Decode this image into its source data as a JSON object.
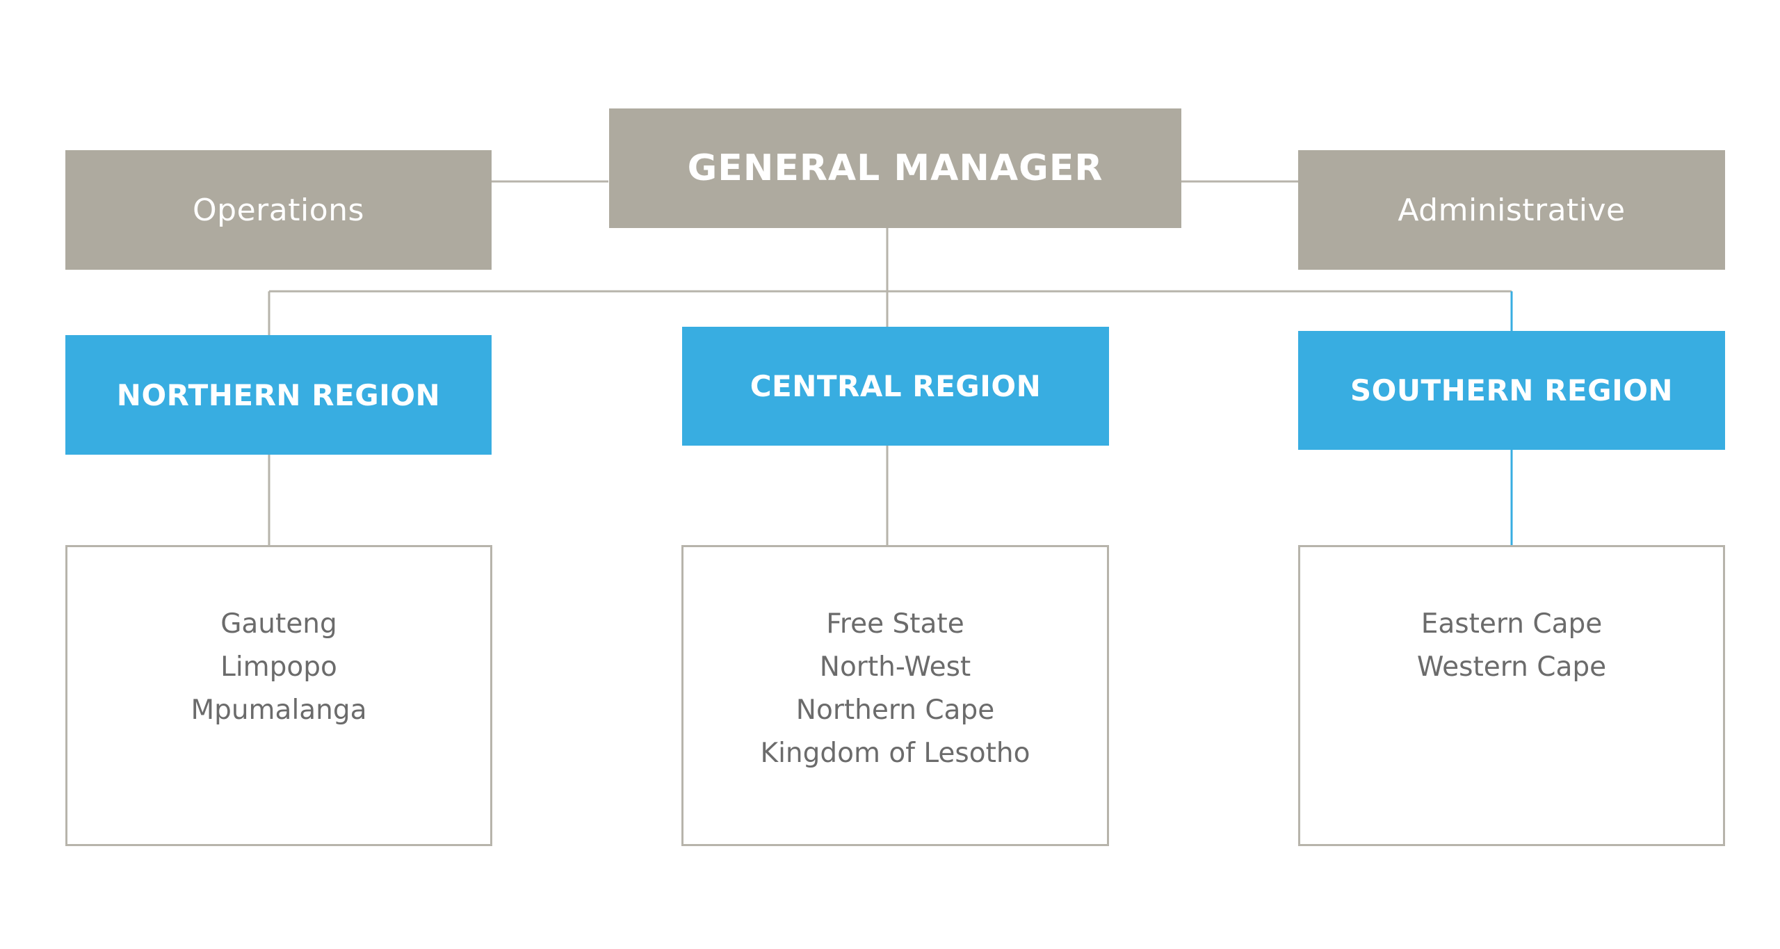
{
  "general_manager": "GENERAL MANAGER",
  "departments": {
    "left": "Operations",
    "right": "Administrative"
  },
  "regions": [
    {
      "name": "NORTHERN REGION",
      "provinces": [
        "Gauteng",
        "Limpopo",
        "Mpumalanga"
      ]
    },
    {
      "name": "CENTRAL REGION",
      "provinces": [
        "Free State",
        "North-West",
        "Northern Cape",
        "Kingdom of Lesotho"
      ]
    },
    {
      "name": "SOUTHERN REGION",
      "provinces": [
        "Eastern Cape",
        "Western Cape"
      ]
    }
  ],
  "colors": {
    "gray_box": "#aeaa9f",
    "blue_box": "#38ade1",
    "connector": "#b7b4ab",
    "connector_accent": "#38ade1",
    "list_text": "#6b6b6b"
  }
}
